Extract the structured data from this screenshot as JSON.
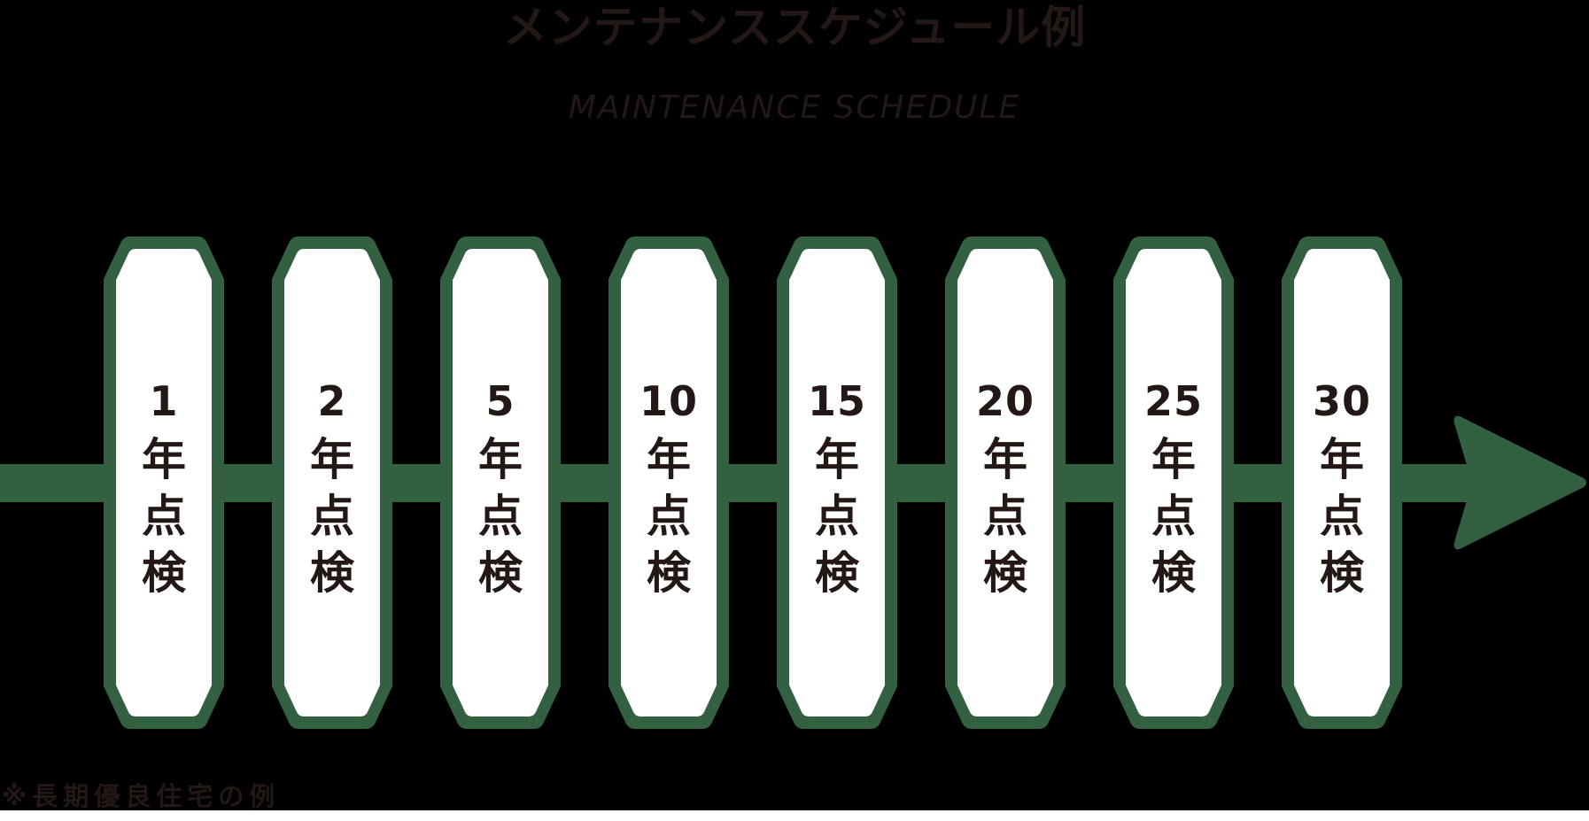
{
  "header": {
    "title": "メンテナンススケジュール例",
    "subtitle": "MAINTENANCE SCHEDULE"
  },
  "timeline": {
    "colors": {
      "accent_green": "#336040",
      "pill_fill": "#ffffff",
      "text": "#231815",
      "background": "#000000"
    },
    "direction_icon": "arrow-right-icon",
    "milestones": [
      {
        "years": "1",
        "unit": "年",
        "label_1": "点",
        "label_2": "検"
      },
      {
        "years": "2",
        "unit": "年",
        "label_1": "点",
        "label_2": "検"
      },
      {
        "years": "5",
        "unit": "年",
        "label_1": "点",
        "label_2": "検"
      },
      {
        "years": "10",
        "unit": "年",
        "label_1": "点",
        "label_2": "検"
      },
      {
        "years": "15",
        "unit": "年",
        "label_1": "点",
        "label_2": "検"
      },
      {
        "years": "20",
        "unit": "年",
        "label_1": "点",
        "label_2": "検"
      },
      {
        "years": "25",
        "unit": "年",
        "label_1": "点",
        "label_2": "検"
      },
      {
        "years": "30",
        "unit": "年",
        "label_1": "点",
        "label_2": "検"
      }
    ]
  },
  "footnote": {
    "text": "※長期優良住宅の例"
  }
}
